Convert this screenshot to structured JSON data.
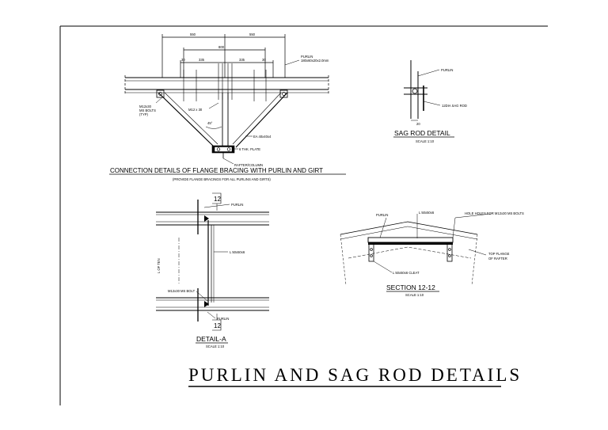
{
  "drawing": {
    "title": "PURLIN AND SAG ROD DETAILS",
    "connection": {
      "title": "CONNECTION DETAILS OF FLANGE BRACING WITH PURLIN AND GIRT",
      "note": "(PROVIDE FLANGE BRACINGS FOR ALL PURLINS AND GIRTS)",
      "dims": {
        "d550a": "550",
        "d550b": "550",
        "d800": "800",
        "d335a": "335",
        "d335b": "335",
        "d30a": "30",
        "d30b": "30"
      },
      "labels": {
        "purlin_a": "PURLIN",
        "purlin_b": "180x60x20x2.0mm",
        "bolts_a": "M12x30",
        "bolts_b": "MS BOLTS",
        "bolts_c": "(TYP)",
        "m12": "M12 x 30",
        "angle": "45°",
        "ea": "EA 40x40x4",
        "plate": "6 THK. PLATE",
        "rafter": "RAFTER/COLUMN"
      }
    },
    "sag_rod": {
      "title": "SAG ROD DETAIL",
      "scale": "SCALE 1:10",
      "labels": {
        "purlin": "PURLIN",
        "rod": "12DIA SAG ROD",
        "dim": "20"
      }
    },
    "detail_a": {
      "title": "DETAIL-A",
      "scale": "SCALE 1:10",
      "marker_top": "12",
      "marker_bottom": "12",
      "labels": {
        "purlin_top": "PURLIN",
        "angle": "L 50x50x6",
        "side": "L OF TEN",
        "bolt": "M12x30 MS BOLT",
        "purlin_bottom": "PURLIN"
      }
    },
    "section": {
      "title": "SECTION 12-12",
      "scale": "SCALE 1:10",
      "labels": {
        "purlin": "PURLIN",
        "angle": "L 50x50x6",
        "holes": "HOLE HOLES FOR M12x30 MS BOLTS",
        "flange_a": "TOP FLANGE",
        "flange_b": "OF RAFTER",
        "cleat": "L 50x50x6 CLEAT"
      }
    }
  }
}
